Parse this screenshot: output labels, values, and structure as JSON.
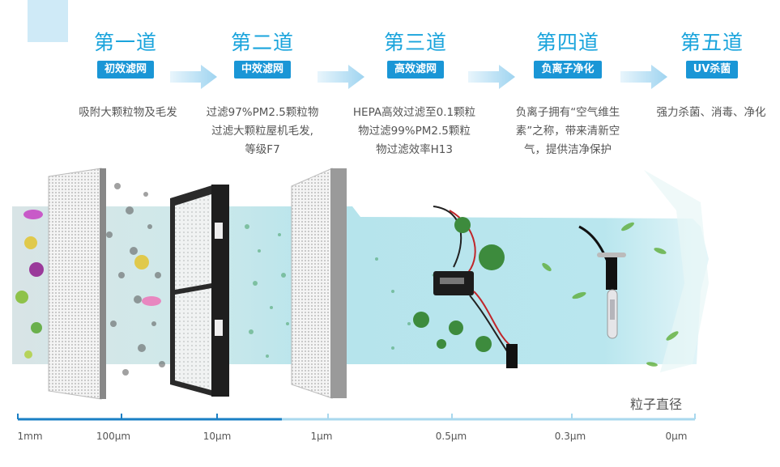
{
  "stages": [
    {
      "title": "第一道",
      "badge": "初效滤网",
      "desc": [
        "吸附大颗粒物及毛发"
      ]
    },
    {
      "title": "第二道",
      "badge": "中效滤网",
      "desc": [
        "过滤97%PM2.5颗粒物",
        "过滤大颗粒屋机毛发,",
        "等级F7"
      ]
    },
    {
      "title": "第三道",
      "badge": "高效滤网",
      "desc": [
        "HEPA高效过滤至0.1颗粒",
        "物过滤99%PM2.5颗粒",
        "物过滤效率H13"
      ]
    },
    {
      "title": "第四道",
      "badge": "负离子净化",
      "desc": [
        "负离子拥有“空气维生",
        "素”之称，带来清新空",
        "气，提供洁净保护"
      ]
    },
    {
      "title": "第五道",
      "badge": "UV杀菌",
      "desc": [
        "强力杀菌、消毒、净化"
      ]
    }
  ],
  "diameter_label": "粒子直径",
  "scale": [
    "1mm",
    "100μm",
    "10μm",
    "1μm",
    "0.5μm",
    "0.3μm",
    "0μm"
  ],
  "colors": {
    "accent": "#1aa4dc",
    "badge": "#1a96d6",
    "scale_dark": "#1a7fc4",
    "scale_light": "#a9d8ee",
    "air": "#b9e6ec"
  }
}
